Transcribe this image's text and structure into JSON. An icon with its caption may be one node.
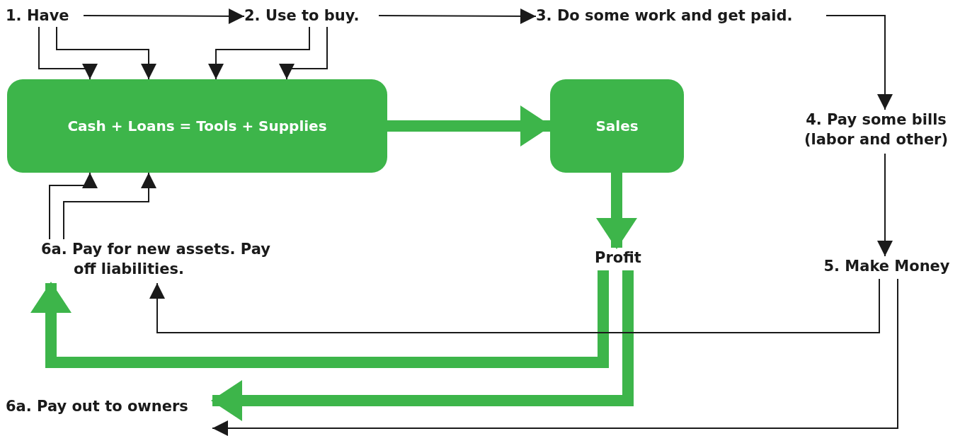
{
  "diagram": {
    "nodes": [
      {
        "text": [
          "1. Have"
        ]
      },
      {
        "text": [
          "2. Use to buy."
        ]
      },
      {
        "text": [
          "3. Do some work and get paid."
        ]
      },
      {
        "text": [
          "Cash + Loans = Tools + Supplies"
        ]
      },
      {
        "text": [
          "Sales"
        ]
      },
      {
        "text": [
          "4. Pay some bills (labor and other)"
        ]
      },
      {
        "text": [
          "Profit"
        ]
      },
      {
        "text": [
          "5. Make Money"
        ]
      },
      {
        "text": [
          "6a. Pay for new assets. Pay off liabilities."
        ]
      },
      {
        "text": [
          "6a. Pay out to owners"
        ]
      }
    ],
    "edges": [
      {
        "from": 0,
        "to": 1,
        "arrow": "to"
      },
      {
        "from": 1,
        "to": 2,
        "arrow": "to"
      },
      {
        "from": 2,
        "to": 5,
        "arrow": "to"
      },
      {
        "from": 0,
        "to": 3,
        "arrow": "to"
      },
      {
        "from": 0,
        "to": 3,
        "arrow": "to"
      },
      {
        "from": 1,
        "to": 3,
        "arrow": "to"
      },
      {
        "from": 1,
        "to": 3,
        "arrow": "to"
      },
      {
        "from": 3,
        "to": 4,
        "arrow": "to",
        "style": "thick",
        "color": "#3db54a"
      },
      {
        "from": 4,
        "to": 6,
        "arrow": "to",
        "style": "thick",
        "color": "#3db54a"
      },
      {
        "from": 5,
        "to": 7,
        "arrow": "to"
      },
      {
        "from": 6,
        "to": 8,
        "arrow": "to",
        "style": "thick",
        "color": "#3db54a"
      },
      {
        "from": 6,
        "to": 9,
        "arrow": "to",
        "style": "thick",
        "color": "#3db54a"
      },
      {
        "from": 7,
        "to": 8,
        "arrow": "to"
      },
      {
        "from": 7,
        "to": 9,
        "arrow": "to"
      },
      {
        "from": 8,
        "to": 3,
        "arrow": "to"
      },
      {
        "from": 8,
        "to": 3,
        "arrow": "to"
      }
    ]
  }
}
